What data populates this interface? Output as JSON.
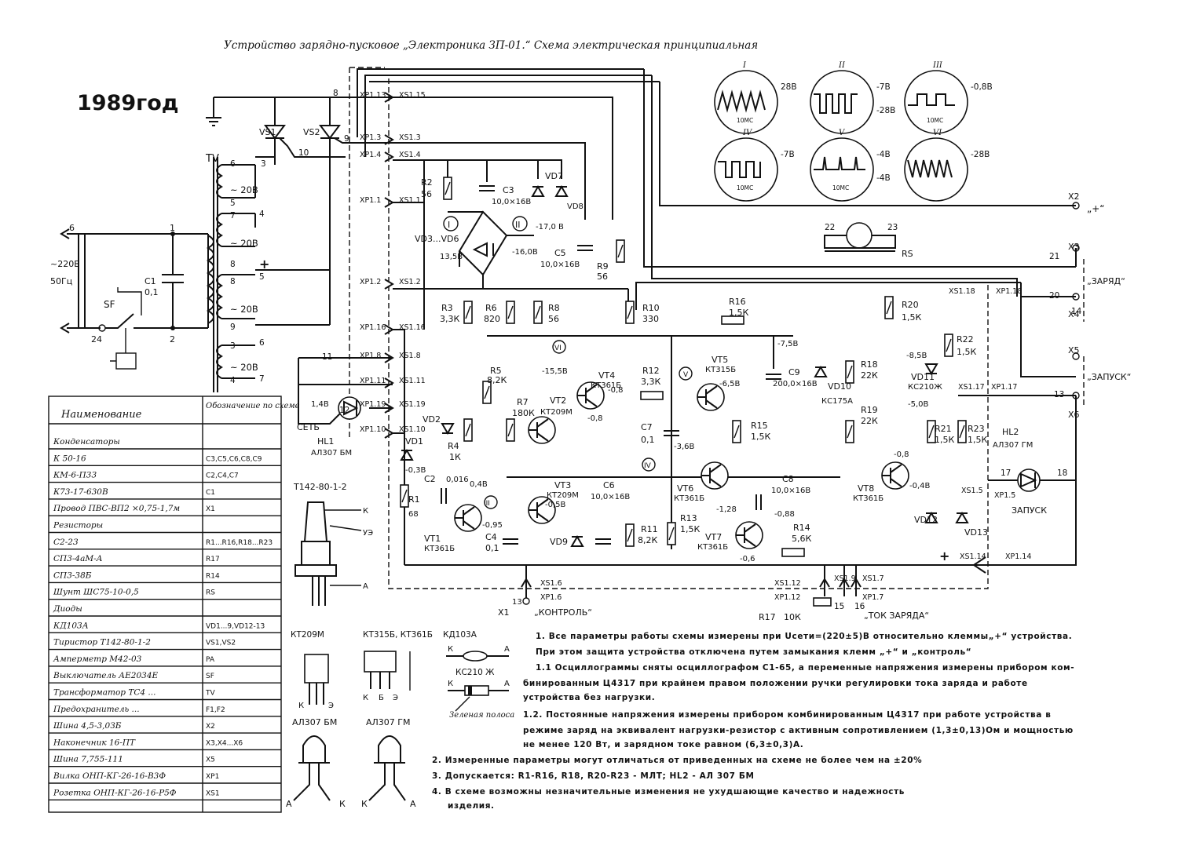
{
  "title": "Устройство зарядно-пусковое „Электроника ЗП-01.“ Схема электрическая принципиальная",
  "year": "1989год",
  "mains": {
    "voltage": "~220В",
    "freq": "50Гц",
    "switch": "SF",
    "cap": "C1",
    "cap_val": "0,1",
    "term_left": "6",
    "term_right": "1",
    "n24": "24",
    "n2": "2"
  },
  "transformer": {
    "label": "TV",
    "windings": [
      "~ 20В",
      "~ 20В",
      "~ 20В",
      "~ 20В"
    ],
    "pins": [
      "6",
      "5",
      "7",
      "8",
      "8",
      "9",
      "3",
      "4"
    ],
    "taps": [
      "3",
      "4",
      "5",
      "6",
      "7"
    ]
  },
  "thyristors": {
    "vs1": "VS1",
    "vs2": "VS2",
    "n8": "8",
    "n9": "9",
    "n10": "10",
    "n11": "11"
  },
  "connectors": {
    "xp113": "XP1.13",
    "xs115": "XS1.15",
    "xp13": "XP1.3",
    "xs13": "XS1.3",
    "xp14": "XP1.4",
    "xs14": "XS1.4",
    "xp11": "XP1.1",
    "xs11": "XS1.1",
    "xp12": "XP1.2",
    "xs12": "XS1.2",
    "xp116": "XP1.16",
    "xs116": "XS1.16",
    "xp18": "XP1.8",
    "xs18": "XS1.8",
    "xp111": "XP1.11",
    "xs111": "XS1.11",
    "xp19": "XP1.19",
    "xs119": "XS1.19",
    "xp110": "XP1.10",
    "xs110": "XS1.10",
    "xs16": "XS1.6",
    "xp16": "XP1.6",
    "xs112": "XS1.12",
    "xp112": "XP1.12",
    "xs19": "XS1.9",
    "xs17": "XS1.7",
    "xp17": "XP1.7",
    "xs118": "XS1.18",
    "xp118": "XP1.18",
    "xs117": "XS1.17",
    "xp117": "XP1.17",
    "xs15": "XS1.5",
    "xp15": "XP1.5",
    "xs114": "XS1.14",
    "xp114": "XP1.14",
    "xp112b": "XP1.12"
  },
  "components": {
    "r2": "R2",
    "r2v": "56",
    "c3": "C3",
    "c3v": "10,0×16В",
    "vd7": "VD7",
    "vd8": "VD8",
    "v17": "-17,0 В",
    "vd36": "VD3...VD6",
    "v135": "13,5В",
    "v16": "-16,0В",
    "c5": "C5",
    "c5v": "10,0×16В",
    "r9": "R9",
    "r9v": "56",
    "r3": "R3",
    "r3v": "3,3К",
    "r6": "R6",
    "r6v": "820",
    "r8": "R8",
    "r8v": "56",
    "r10": "R10",
    "r10v": "330",
    "r16": "R16",
    "r16v": "1,5К",
    "r20": "R20",
    "r20v": "1,5К",
    "r22": "R22",
    "r22v": "1,5К",
    "r5": "R5",
    "r5v": "8,2К",
    "r7": "R7",
    "r7v": "180К",
    "r4": "R4",
    "r4v": "1К",
    "r1": "R1",
    "r1v": "68",
    "vt1": "VT1",
    "vt1t": "КТ361Б",
    "vt2": "VT2",
    "vt2t": "КТ209М",
    "vt3": "VT3",
    "vt3t": "КТ209М",
    "vt4": "VT4",
    "vt4t": "КТ361Б",
    "vt5": "VT5",
    "vt5t": "КТ315Б",
    "vt6": "VT6",
    "vt6t": "КТ361Б",
    "vt7": "VT7",
    "vt7t": "КТ361Б",
    "vt8": "VT8",
    "vt8t": "КТ361Б",
    "r12": "R12",
    "r12v": "3,3К",
    "c7": "C7",
    "c7v": "0,1",
    "r15": "R15",
    "r15v": "1,5К",
    "r13": "R13",
    "r13v": "1,5К",
    "r11": "R11",
    "r11v": "8,2К",
    "c6": "C6",
    "c6v": "10,0×16В",
    "c9": "C9",
    "c9v": "200,0×16В",
    "vd10": "VD10",
    "vd10t": "КС175А",
    "r18": "R18",
    "r18v": "22К",
    "r19": "R19",
    "r19v": "22К",
    "vd11": "VD11",
    "vd11t": "КС210Ж",
    "r21": "R21",
    "r21v": "1,5К",
    "r23": "R23",
    "r23v": "1,5К",
    "c8": "C8",
    "c8v": "10,0×16В",
    "r14": "R14",
    "r14v": "5,6К",
    "r17": "R17",
    "r17v": "10К",
    "c2": "C2",
    "c2v": "0,016",
    "c4": "C4",
    "c4v": "0,1",
    "vd2": "VD2",
    "vd1": "VD1",
    "vd9": "VD9",
    "vd12": "VD12",
    "vd13": "VD13",
    "hl1": "HL1",
    "hl1t": "АЛ307 БМ",
    "hl2": "HL2",
    "hl2t": "АЛ307 ГМ",
    "set": "СЕТЬ",
    "zapusk": "ЗАПУСК",
    "pa": "PA",
    "rs": "RS",
    "n22": "22",
    "n23": "23",
    "n21": "21",
    "n20": "20",
    "n13": "13",
    "n14": "14",
    "n17": "17",
    "n18": "18",
    "n15": "15",
    "n16": "16",
    "n12": "12"
  },
  "voltages": [
    "-7,5В",
    "-8,5В",
    "-15,5В",
    "-0,8",
    "-0,8",
    "-6,5В",
    "-3,6В",
    "-1,28",
    "-0,88",
    "-0,6",
    "-5,0В",
    "-0,8",
    "-0,4В",
    "-0,95",
    "-0,5В",
    "0,4В",
    "-0,3В",
    "1,4В"
  ],
  "terminals": {
    "x1": "X1",
    "x1n": "13",
    "kontrol": "„КОНТРОЛЬ“",
    "x2": "X2",
    "plus": "„+“",
    "x3": "X3",
    "x4": "X4",
    "zaryad": "„ЗАРЯД“",
    "x5": "X5",
    "zapusk": "„ЗАПУСК“",
    "x6": "X6",
    "tok": "„ТОК ЗАРЯДА“",
    "x7": "",
    "r17lbl": "R17",
    "r17val": "10К"
  },
  "oscillograms": [
    {
      "id": "I",
      "level": "28В",
      "extra": "10МС"
    },
    {
      "id": "II",
      "level": "-7В",
      "level2": "-28В"
    },
    {
      "id": "III",
      "level": "-0,8В",
      "extra": "10МС"
    },
    {
      "id": "IV",
      "level": "-7В",
      "extra": "10МС"
    },
    {
      "id": "V",
      "level": "-4В",
      "level2": "-4В",
      "extra": "10МС"
    },
    {
      "id": "VI",
      "level": "-28В"
    }
  ],
  "parts_table": {
    "headers": [
      "Наименование",
      "Обозначение по схеме"
    ],
    "rows": [
      [
        "Конденсаторы",
        ""
      ],
      [
        "К 50-16",
        "С3,С5,С6,С8,С9"
      ],
      [
        "КМ-6-П33",
        "С2,С4,С7"
      ],
      [
        "К73-17-630В",
        "С1"
      ],
      [
        "Провод ПВС-ВП2 ×0,75-1,7м",
        "Х1"
      ],
      [
        "Резисторы",
        ""
      ],
      [
        "С2-23",
        "R1...R16,R18...R23"
      ],
      [
        "СП3-4аМ-А",
        "R17"
      ],
      [
        "СП3-38Б",
        "R14"
      ],
      [
        "Шунт ШС75-10-0,5",
        "RS"
      ],
      [
        "Диоды",
        ""
      ],
      [
        "КД103А",
        "VD1...9,VD12-13"
      ],
      [
        "Тиристор Т142-80-1-2",
        "VS1,VS2"
      ],
      [
        "Амперметр М42-03",
        "PA"
      ],
      [
        "Выключатель АЕ2034Е",
        "SF"
      ],
      [
        "Трансформатор ТС4 ...",
        "TV"
      ],
      [
        "Предохранитель ...",
        "F1,F2"
      ],
      [
        "Шина 4,5-3,0ЗБ",
        "Х2"
      ],
      [
        "Наконечник 16-ПТ",
        "Х3,Х4...Х6"
      ],
      [
        "Шина 7,755-111",
        "Х5"
      ],
      [
        "Вилка ОНП-КГ-26-16-В3Ф",
        "XP1"
      ],
      [
        "Розетка ОНП-КГ-26-16-Р5Ф",
        "XS1"
      ]
    ]
  },
  "pinouts": {
    "t142": "Т142-80-1-2",
    "k": "К",
    "uy": "УЭ",
    "a": "А",
    "kt209": "КТ209М",
    "kt315": "КТ315Б, КТ361Б",
    "kd103": "КД103А",
    "ks210": "КС210 Ж",
    "k_lbl": "К",
    "b_lbl": "Б",
    "e_lbl": "Э",
    "a_lbl": "А",
    "al307bm": "АЛ307 БМ",
    "al307gm": "АЛ307 ГМ",
    "green": "Зеленая полоса"
  },
  "notes": [
    "1. Все параметры работы схемы измерены при Uсети=(220±5)В относительно клеммы„+“ устройства.",
    "При этом защита устройства отключена путем замыкания клемм „+“ и „контроль“",
    "1.1 Осциллограммы сняты осциллографом С1-65, а переменные напряжения измерены прибором ком-",
    "бинированным Ц4317 при крайнем правом положении ручки регулировки тока заряда и работе",
    "устройства без нагрузки.",
    "1.2. Постоянные напряжения измерены прибором комбинированным Ц4317 при работе устройства в",
    "режиме заряд на эквивалент нагрузки-резистор с активным сопротивлением (1,3±0,13)Ом и мощностью",
    "не менее 120 Вт, и зарядном токе равном (6,3±0,3)А.",
    "2. Измеренные параметры могут отличаться от приведенных на схеме не более чем на ±20%",
    "3. Допускается: R1-R16, R18, R20-R23 - МЛТ; HL2 - АЛ 307 БМ",
    "4. В схеме возможны незначительные изменения не ухудшающие          качество и надежность",
    "изделия."
  ]
}
